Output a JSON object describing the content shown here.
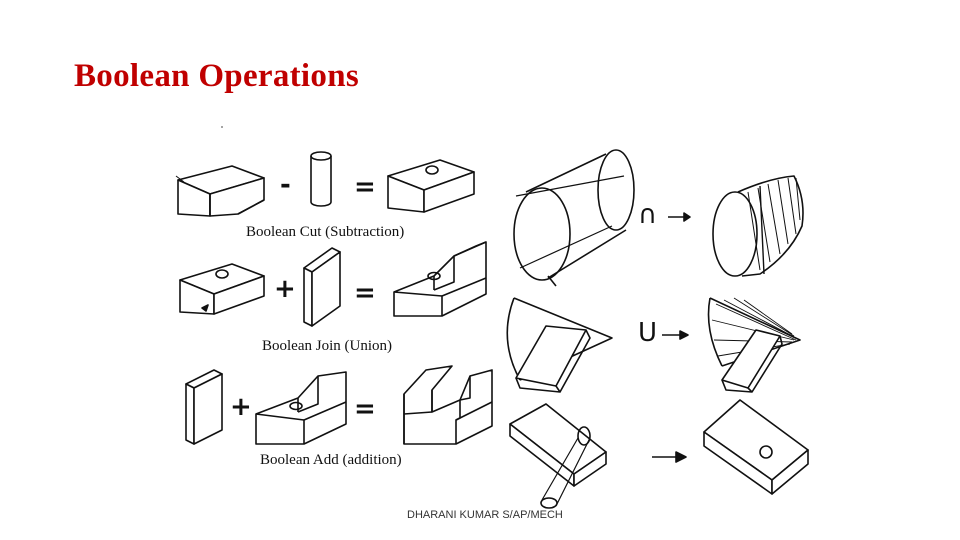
{
  "slide": {
    "title": "Boolean Operations",
    "footer": "DHARANI KUMAR S/AP/MECH"
  },
  "left_diagram": {
    "rows": [
      {
        "caption": "Boolean Cut (Subtraction)",
        "operator": "-",
        "equals": "="
      },
      {
        "caption": "Boolean Join (Union)",
        "operator": "+",
        "equals": "="
      },
      {
        "caption": "Boolean Add (addition)",
        "operator": "+",
        "equals": "="
      }
    ]
  },
  "right_diagram": {
    "rows": [
      {
        "operator": "∩"
      },
      {
        "operator": "U"
      },
      {
        "operator": ""
      }
    ]
  },
  "colors": {
    "title": "#c00000",
    "ink": "#111111"
  }
}
